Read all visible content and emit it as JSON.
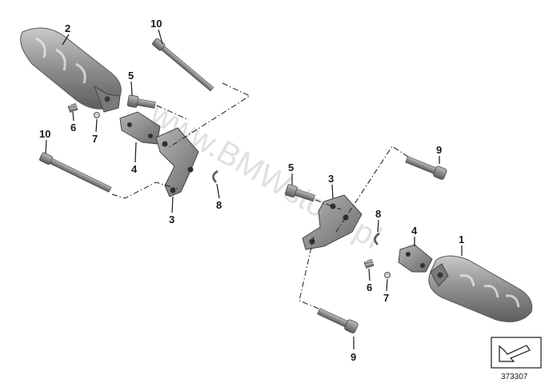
{
  "watermark": "www.BMWstore.pl",
  "reference_number": "373307",
  "callouts": {
    "c10a": "10",
    "c2": "2",
    "c5a": "5",
    "c6a": "6",
    "c7a": "7",
    "c4a": "4",
    "c10b": "10",
    "c3a": "3",
    "c8a": "8",
    "c5b": "5",
    "c3b": "3",
    "c9a": "9",
    "c8b": "8",
    "c4b": "4",
    "c1": "1",
    "c6b": "6",
    "c7b": "7",
    "c9b": "9"
  },
  "colors": {
    "metal_dark": "#6b6b6b",
    "metal_mid": "#9a9a9a",
    "metal_light": "#c9c9c9",
    "ink": "#1a1a1a"
  }
}
